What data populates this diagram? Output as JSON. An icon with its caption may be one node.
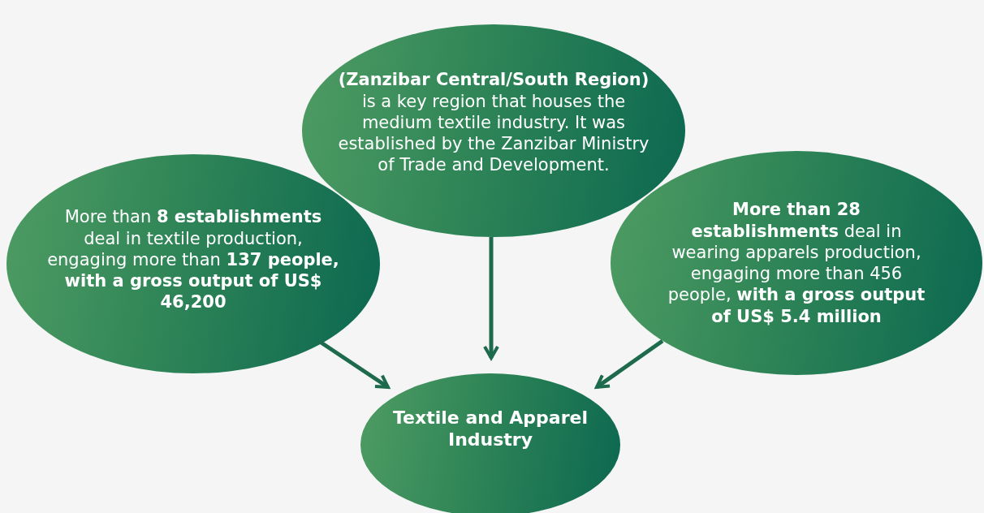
{
  "diagram": {
    "nodes": [
      {
        "text": [
          "**(Zanzibar Central/South Region)** is a key region that houses the medium textile industry. It was established by the Zanzibar Ministry of Trade and Development."
        ]
      },
      {
        "text": [
          "More than **8 establishments** deal in textile production, engaging more than **137 people, with a gross output of US$ 46,200**"
        ]
      },
      {
        "text": [
          "**More than 28 establishments** deal in wearing apparels production, engaging more than 456 people, **with a gross output of US$ 5.4 million**"
        ]
      },
      {
        "text": [
          "Textile and Apparel Industry"
        ]
      }
    ],
    "edges": [
      {
        "from": 1,
        "to": 3,
        "arrow": "to"
      },
      {
        "from": 0,
        "to": 3,
        "arrow": "to"
      },
      {
        "from": 2,
        "to": 3,
        "arrow": "to"
      }
    ]
  }
}
